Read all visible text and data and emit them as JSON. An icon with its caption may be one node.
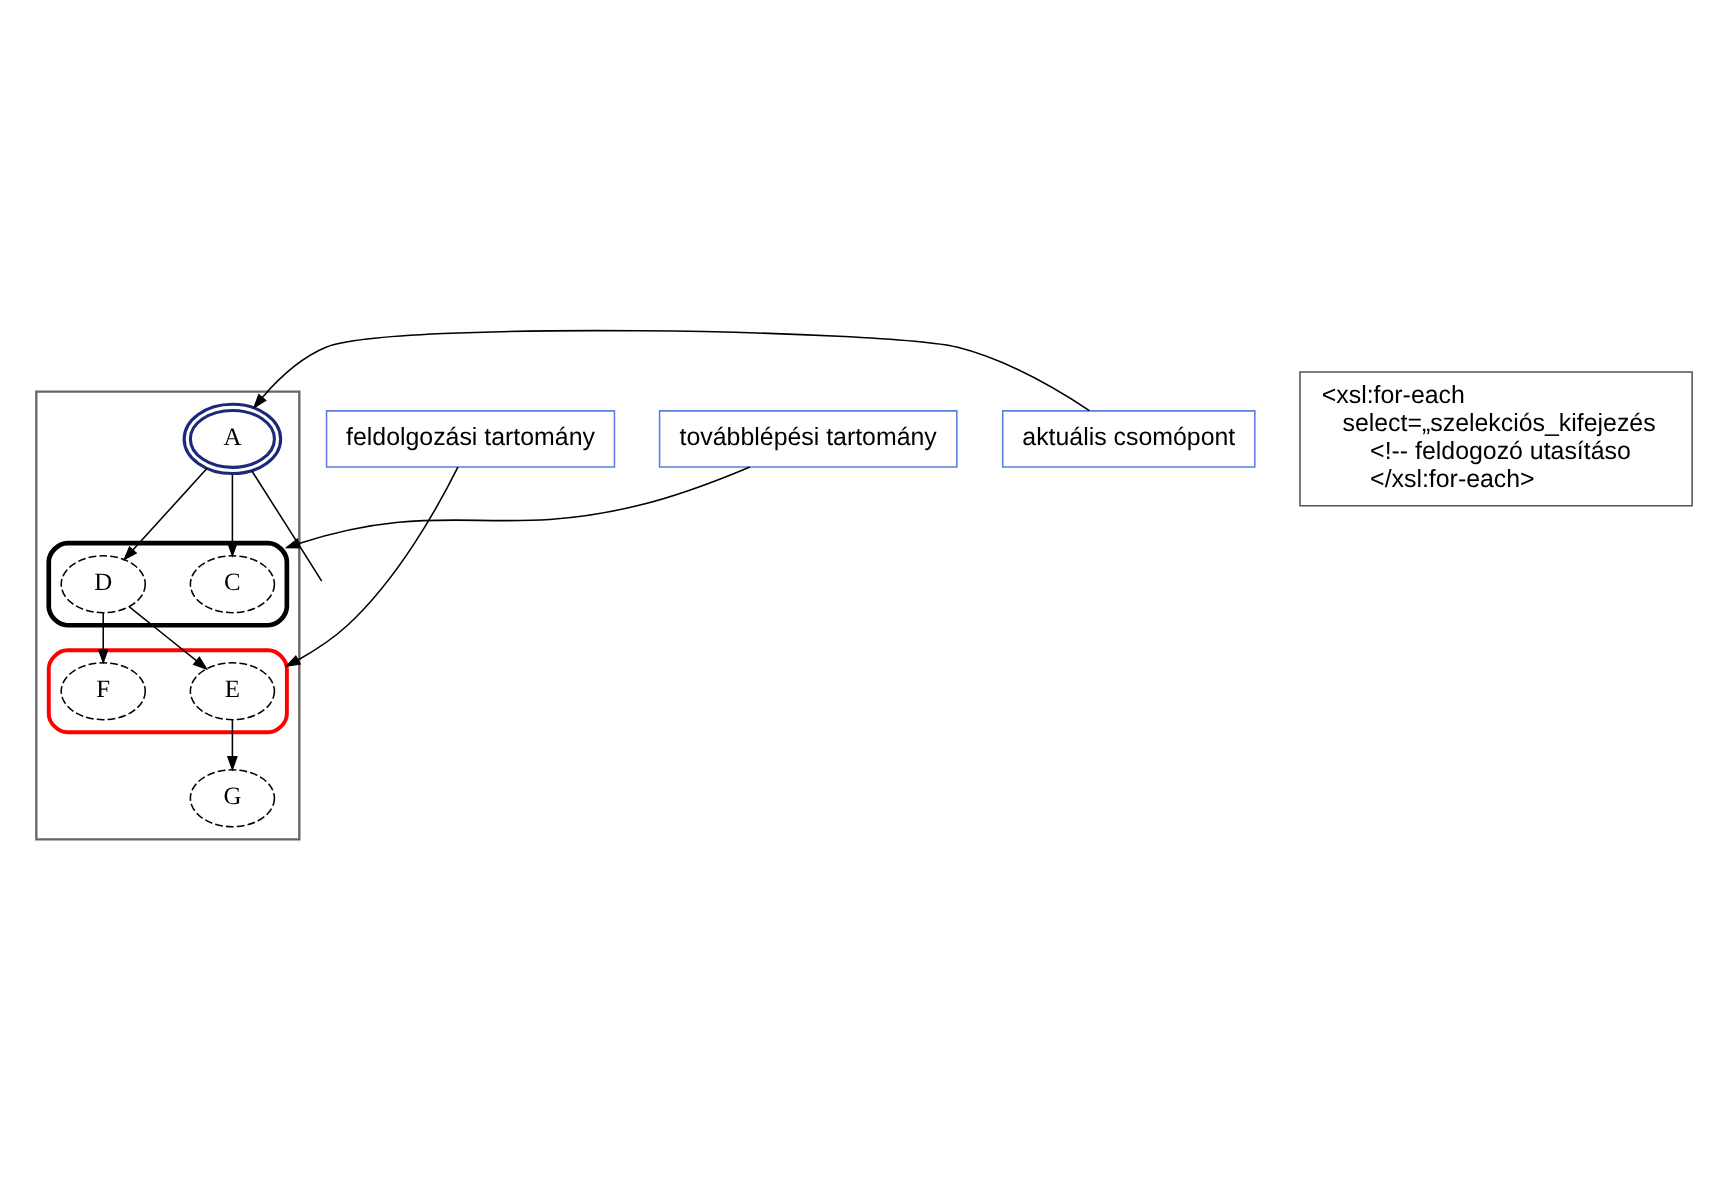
{
  "diagram": {
    "nodes": [
      {
        "text": [],
        "shape": "box"
      },
      {
        "text": [
          "A"
        ],
        "in": 0
      },
      {
        "text": [],
        "shape": "ellipse",
        "in": 0
      },
      {
        "text": [
          "C"
        ],
        "in": 2
      },
      {
        "text": [
          "D"
        ],
        "in": 2
      },
      {
        "text": [],
        "shape": "ellipse",
        "in": 0
      },
      {
        "text": [
          "E"
        ],
        "in": 5
      },
      {
        "text": [
          "F"
        ],
        "in": 5
      },
      {
        "text": [
          "G"
        ],
        "in": 0
      },
      {
        "text": [
          "aktuális csomópont"
        ]
      },
      {
        "text": [
          "továbblépési tartomány"
        ]
      },
      {
        "text": [
          "feldolgozási tartomány"
        ]
      },
      {
        "text": [
          "<xsl:for-each",
          "select=„szelekciós_kifejezés",
          "<!-- feldogozó utasításo",
          "</xsl:for-each>"
        ]
      }
    ],
    "edges": [
      {
        "from": 1,
        "to": 3,
        "arrow": "to"
      },
      {
        "from": 1,
        "to": 4,
        "arrow": "to"
      },
      {
        "from": 4,
        "to": 6,
        "arrow": "to"
      },
      {
        "from": 4,
        "to": 7,
        "arrow": "to"
      },
      {
        "from": 6,
        "to": 8,
        "arrow": "to"
      },
      {
        "from": 1,
        "to": null,
        "arrow": "none"
      },
      {
        "from": 9,
        "to": 1,
        "arrow": "to"
      },
      {
        "from": 10,
        "to": 2,
        "arrow": "to"
      },
      {
        "from": 11,
        "to": 5,
        "arrow": "to"
      }
    ]
  }
}
